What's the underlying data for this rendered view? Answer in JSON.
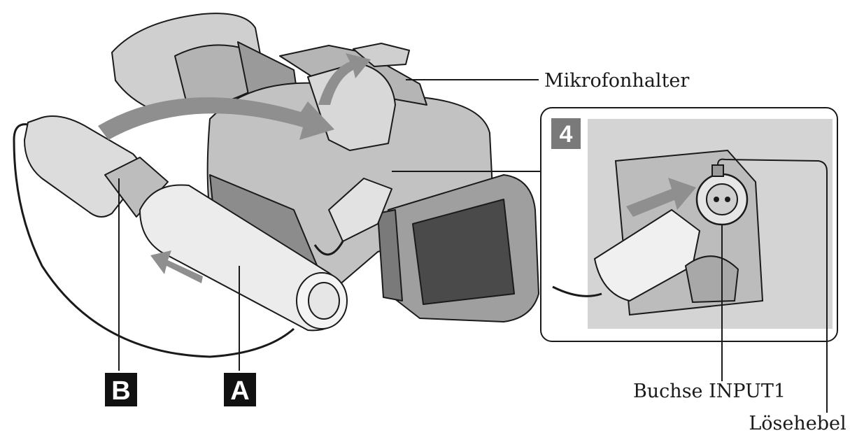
{
  "callouts": {
    "mic_holder": "Mikrofonhalter",
    "input_jack": "Buchse INPUT1",
    "release_lever": "Lösehebel"
  },
  "markers": {
    "a": "A",
    "b": "B",
    "step": "4"
  },
  "colors": {
    "line": "#1a1a1a",
    "body_light": "#d6d6d6",
    "body_mid": "#a8a8a8",
    "body_dark": "#6e6e6e",
    "arrow": "#8f8f8f",
    "marker_bg": "#111111",
    "step_bg": "#7a7a7a"
  }
}
